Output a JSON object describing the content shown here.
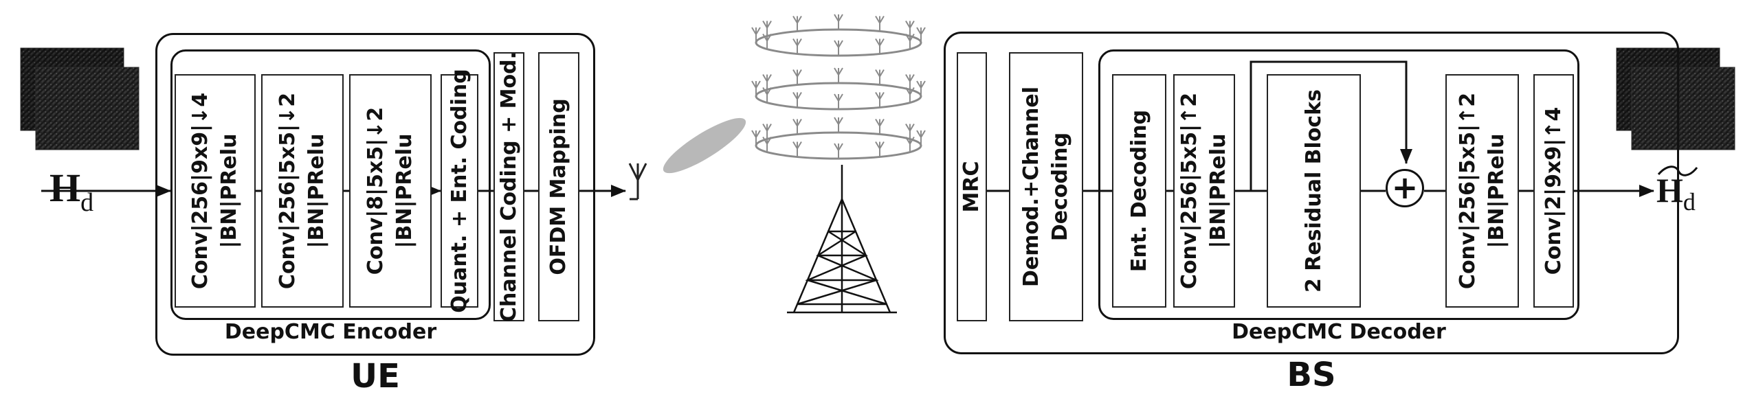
{
  "input_symbol": {
    "main": "H",
    "sub": "d"
  },
  "output_symbol": {
    "main": "H",
    "sub": "d"
  },
  "ue": {
    "label": "UE",
    "encoder_label": "DeepCMC Encoder",
    "encoder_blocks": [
      {
        "line1": "Conv|256|9x9|↓4",
        "line2": "|BN|PRelu"
      },
      {
        "line1": "Conv|256|5x5|↓2",
        "line2": "|BN|PRelu"
      },
      {
        "line1": "Conv|8|5x5|↓2",
        "line2": "|BN|PRelu"
      },
      {
        "line1": "Quant. + Ent. Coding"
      }
    ],
    "channel_coding": "Channel Coding + Mod.",
    "ofdm": "OFDM Mapping"
  },
  "bs": {
    "label": "BS",
    "mrc": "MRC",
    "demod": {
      "line1": "Demod.+Channel",
      "line2": "Decoding"
    },
    "decoder_label": "DeepCMC Decoder",
    "decoder_blocks": [
      {
        "line1": "Ent. Decoding"
      },
      {
        "line1": "Conv|256|5x5|↑2",
        "line2": "|BN|PRelu"
      },
      {
        "line1": "2 Residual Blocks"
      },
      {
        "line1": "Conv|256|5x5|↑2",
        "line2": "|BN|PRelu"
      },
      {
        "line1": "Conv|2|9x9|↑4"
      }
    ],
    "adder_symbol": "+"
  }
}
